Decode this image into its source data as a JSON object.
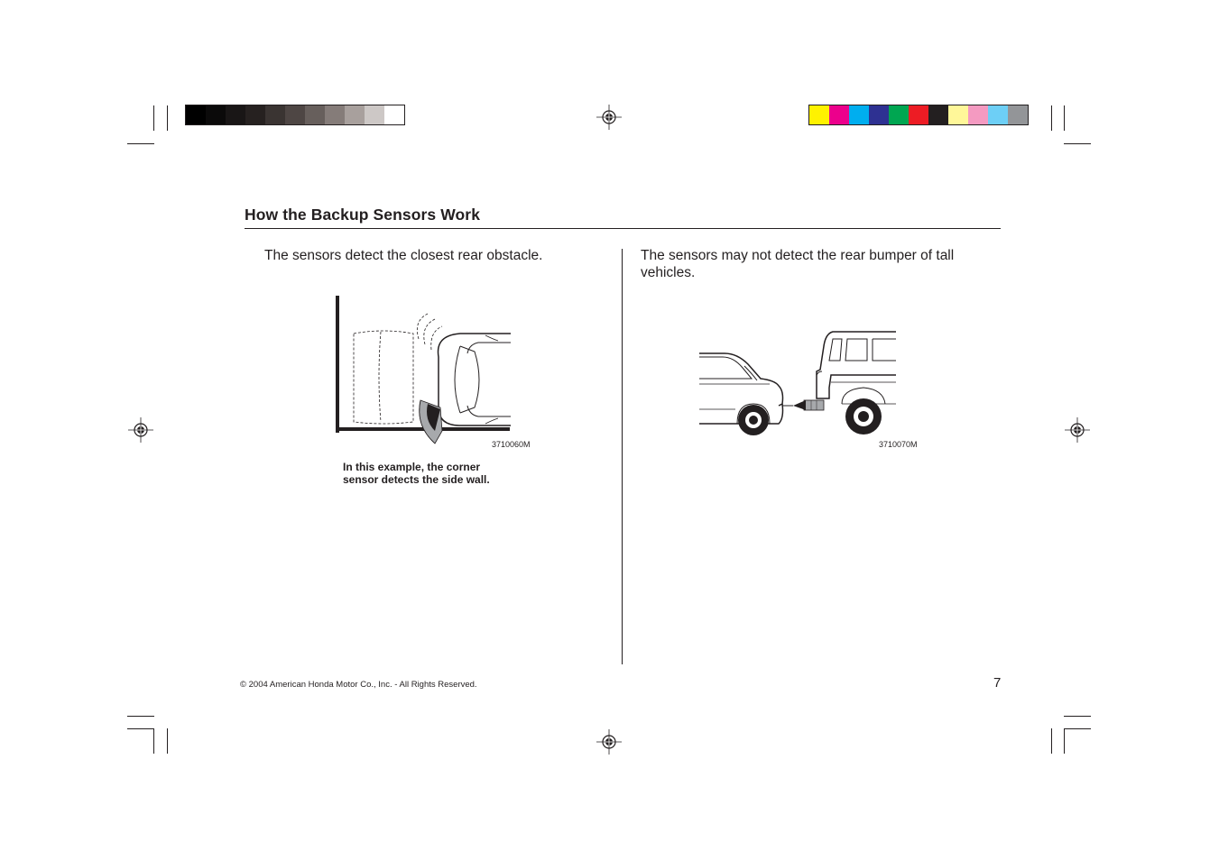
{
  "page": {
    "title": "How the Backup Sensors Work",
    "page_number": "7",
    "copyright": "© 2004 American Honda Motor Co., Inc. - All Rights Reserved."
  },
  "left_column": {
    "text": "The sensors detect the closest rear obstacle.",
    "figure_code": "3710060M",
    "caption_line1": "In this example, the corner",
    "caption_line2": "sensor detects the side wall."
  },
  "right_column": {
    "text_line1": "The sensors may not detect the rear bumper of tall",
    "text_line2": "vehicles.",
    "figure_code": "3710070M"
  },
  "print_marks": {
    "grayscale_bar": [
      "#000000",
      "#0b0a0a",
      "#191616",
      "#262120",
      "#3a3432",
      "#4e4644",
      "#675f5c",
      "#857c79",
      "#a8a09d",
      "#cdc8c6",
      "#ffffff"
    ],
    "color_bar": [
      "#fff200",
      "#ec008c",
      "#00aeef",
      "#2e3192",
      "#00a651",
      "#ed1c24",
      "#231f20",
      "#fff799",
      "#f49ac1",
      "#6dcff6",
      "#939598"
    ]
  }
}
